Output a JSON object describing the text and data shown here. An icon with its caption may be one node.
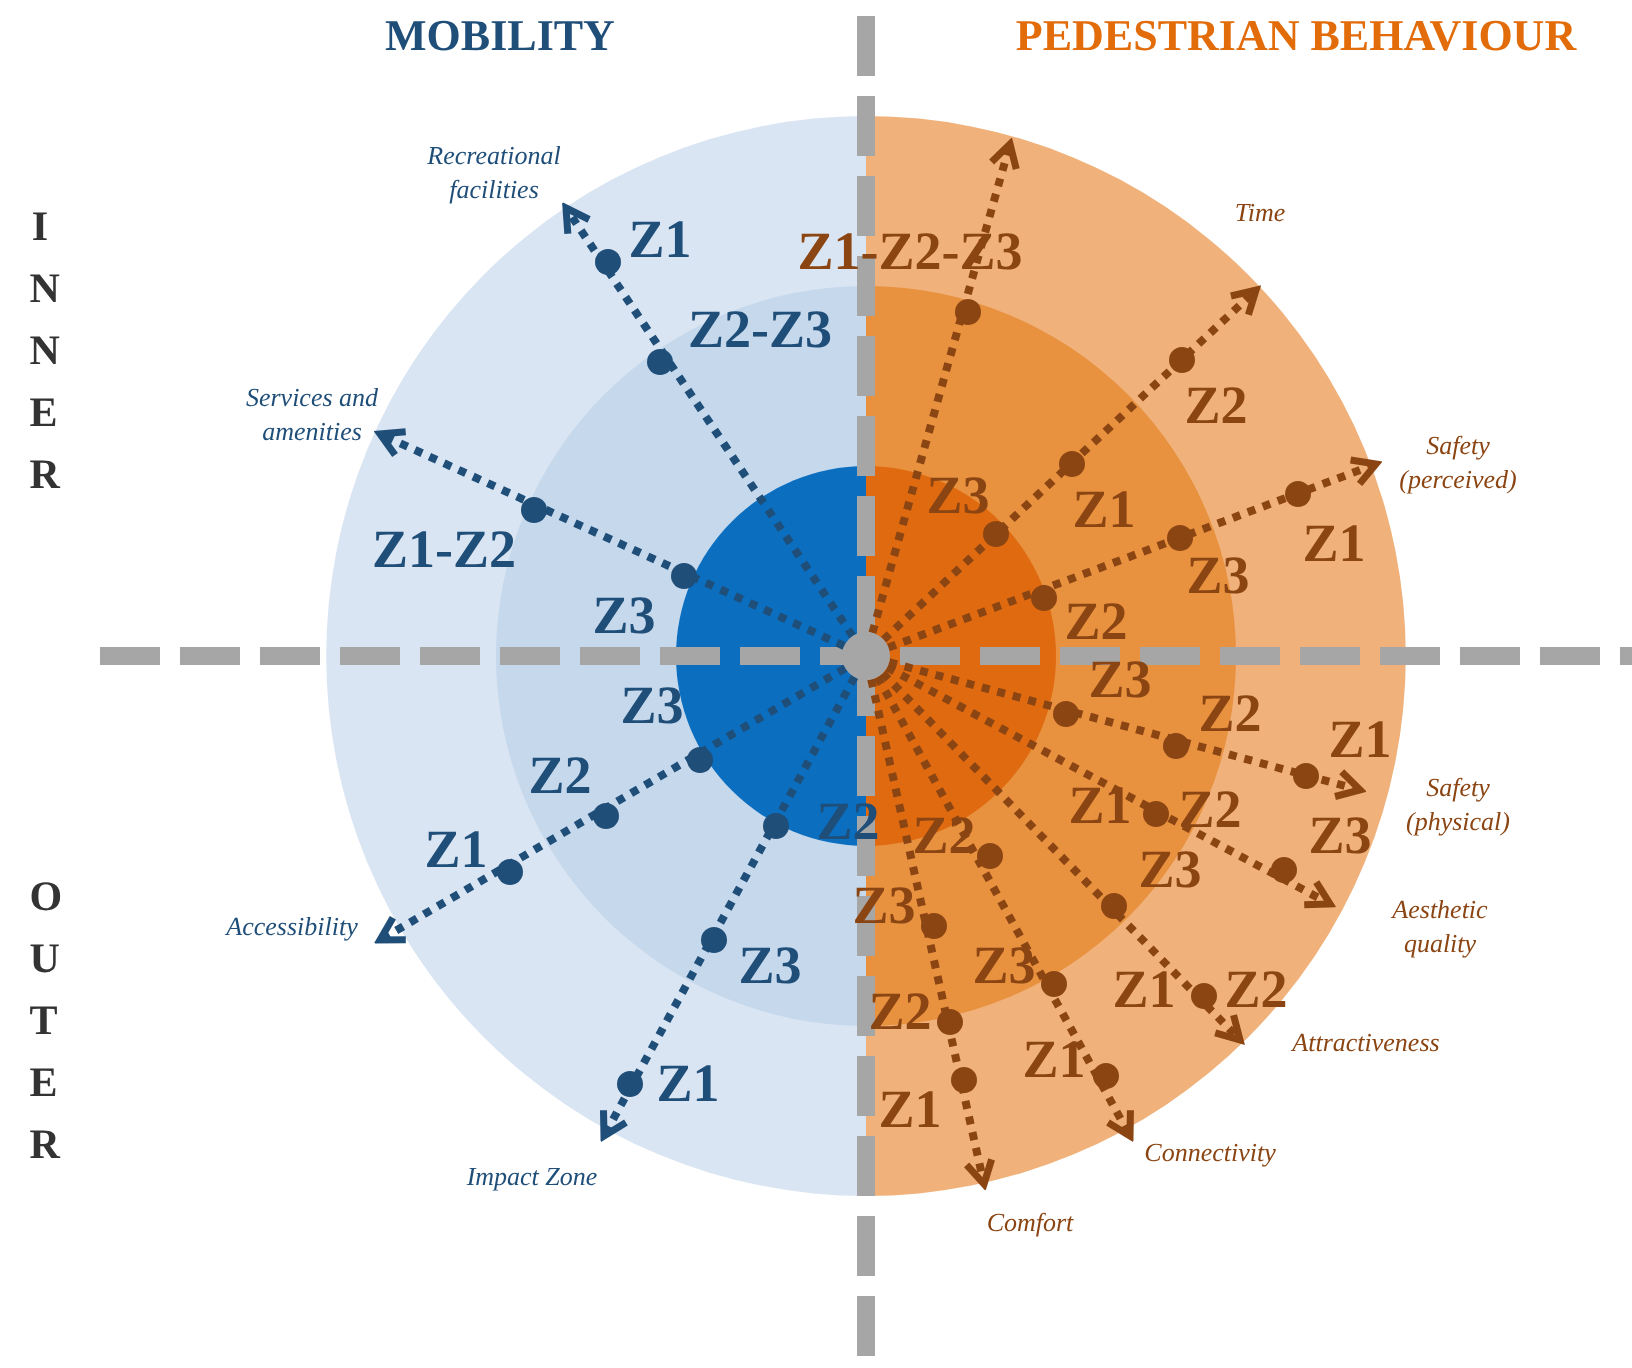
{
  "diagram": {
    "nodes": [
      {
        "text": [],
        "shape": "circle"
      },
      {
        "text": [
          "Recreational facilities"
        ]
      },
      {
        "text": [
          "Services and amenities"
        ]
      },
      {
        "text": [
          "Accessibility"
        ]
      },
      {
        "text": [
          "Impact Zone"
        ]
      },
      {
        "text": [
          "Time"
        ]
      },
      {
        "text": [
          "Safety (perceived)"
        ]
      },
      {
        "text": [
          "Safety (physical)"
        ]
      },
      {
        "text": [
          "Aesthetic quality"
        ]
      },
      {
        "text": [
          "Attractiveness"
        ]
      },
      {
        "text": [
          "Connectivity"
        ]
      },
      {
        "text": [
          "Comfort"
        ]
      }
    ],
    "edges": [
      {
        "from": 0,
        "to": 1,
        "arrow": "to",
        "color": "#1f4e79"
      },
      {
        "from": 0,
        "to": null,
        "arrow": "to"
      },
      {
        "from": 0,
        "to": 5,
        "arrow": "to"
      },
      {
        "from": 0,
        "to": 2,
        "arrow": "to",
        "color": "#1f4e79"
      },
      {
        "from": 0,
        "to": 6,
        "arrow": "to"
      },
      {
        "from": 0,
        "to": 7,
        "arrow": "to"
      },
      {
        "from": 0,
        "to": 8,
        "arrow": "to"
      },
      {
        "from": 0,
        "to": 3,
        "arrow": "to",
        "color": "#1f4e79"
      },
      {
        "from": 0,
        "to": 9,
        "arrow": "to"
      },
      {
        "from": 0,
        "to": 4,
        "arrow": "to",
        "color": "#1f4e79"
      },
      {
        "from": 0,
        "to": 10,
        "arrow": "to"
      },
      {
        "from": 0,
        "to": 11,
        "arrow": "to"
      }
    ],
    "labels": [
      "MOBILITY",
      "PEDESTRIAN BEHAVIOUR",
      "INNER",
      "Z1",
      "Z1-Z2-Z3",
      "Z2-Z3",
      "Z2",
      "Z3",
      "Z1",
      "Z1-Z2",
      "Z1",
      "Z3",
      "Z3",
      "Z2",
      "Z3",
      "Z3",
      "Z2",
      "Z1",
      "Z2",
      "Z1",
      "Z2",
      "Z1",
      "Z2",
      "Z2",
      "Z3",
      "Z3",
      "Z3",
      "Z3",
      "Z3",
      "Z1",
      "Z2",
      "Z2",
      "Z1",
      "Z1",
      "Z1",
      "OUTER"
    ]
  }
}
